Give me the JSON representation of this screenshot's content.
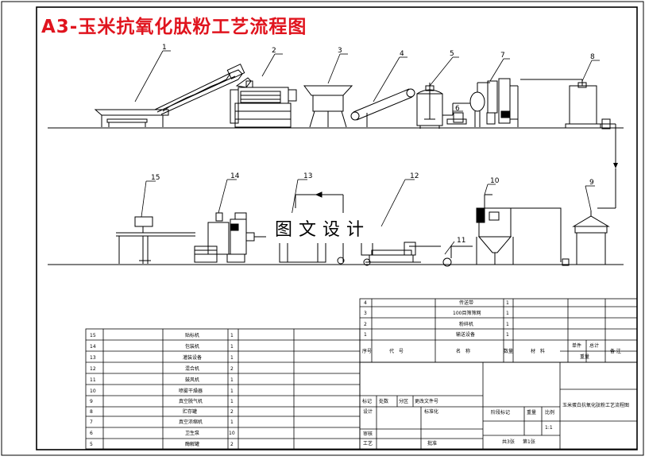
{
  "title": "A3-玉米抗氧化肽粉工艺流程图",
  "watermark": "图文设计",
  "equipment_labels": [
    "1",
    "2",
    "3",
    "4",
    "5",
    "6",
    "7",
    "8",
    "9",
    "10",
    "11",
    "12",
    "13",
    "14",
    "15"
  ],
  "parts_list_right": {
    "rows": [
      {
        "no": "4",
        "name": "传送带",
        "qty": "1"
      },
      {
        "no": "3",
        "name": "100目筛筛网",
        "qty": "1"
      },
      {
        "no": "2",
        "name": "粉碎机",
        "qty": "1"
      },
      {
        "no": "1",
        "name": "输送设备",
        "qty": "1"
      }
    ],
    "header": [
      "序号",
      "代　号",
      "名　称",
      "数量",
      "材　料",
      "单件",
      "总计",
      "备 注"
    ],
    "header_sub": "重量"
  },
  "parts_list_left": [
    {
      "no": "15",
      "name": "贴标机",
      "qty": "1"
    },
    {
      "no": "14",
      "name": "包装机",
      "qty": "1"
    },
    {
      "no": "13",
      "name": "灌装设备",
      "qty": "1"
    },
    {
      "no": "12",
      "name": "混合机",
      "qty": "2"
    },
    {
      "no": "11",
      "name": "鼓风机",
      "qty": "1"
    },
    {
      "no": "10",
      "name": "喷雾干燥器",
      "qty": "1"
    },
    {
      "no": "9",
      "name": "真空脱气机",
      "qty": "1"
    },
    {
      "no": "8",
      "name": "贮存罐",
      "qty": "2"
    },
    {
      "no": "7",
      "name": "真空浓缩机",
      "qty": "1"
    },
    {
      "no": "6",
      "name": "卫生泵",
      "qty": "10"
    },
    {
      "no": "5",
      "name": "酶解罐",
      "qty": "2"
    }
  ],
  "title_block": {
    "row1": [
      "标记",
      "处数",
      "分区",
      "更改文件号"
    ],
    "design": "设计",
    "standard": "标准化",
    "review": "审核",
    "process": "工艺",
    "approve": "批准",
    "stage": "阶段标记",
    "weight": "重量",
    "scale": "比例",
    "scale_val": "1:1",
    "sheets": "共3张",
    "sheet_no": "第1张",
    "drawing_name": "玉米蛋白抗氧化肽粉工艺流程图"
  }
}
